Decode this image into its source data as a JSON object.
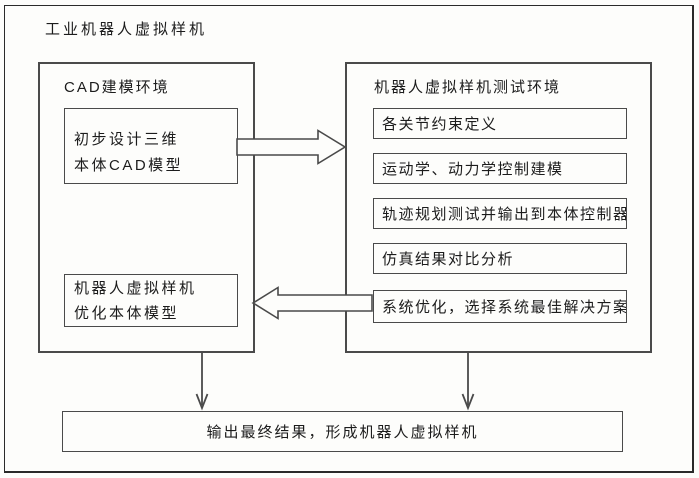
{
  "diagram": {
    "title": "工业机器人虚拟样机",
    "left_panel": {
      "title": "CAD建模环境",
      "boxes": [
        {
          "lines": [
            "初步设计三维",
            "本体CAD模型"
          ]
        },
        {
          "lines": [
            "机器人虚拟样机",
            "优化本体模型"
          ]
        }
      ]
    },
    "right_panel": {
      "title": "机器人虚拟样机测试环境",
      "steps": [
        "各关节约束定义",
        "运动学、动力学控制建模",
        "轨迹规划测试并输出到本体控制器",
        "仿真结果对比分析",
        "系统优化，选择系统最佳解决方案"
      ]
    },
    "output_box": {
      "label": "输出最终结果，形成机器人虚拟样机"
    },
    "colors": {
      "line": "#4a4a4a",
      "border": "#2a2a2a",
      "background": "#fdfdfb",
      "text": "#1c1c1c"
    }
  }
}
